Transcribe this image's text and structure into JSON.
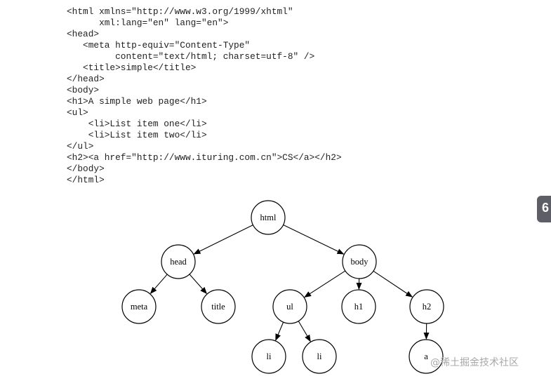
{
  "code_lines": [
    "<html xmlns=\"http://www.w3.org/1999/xhtml\"",
    "      xml:lang=\"en\" lang=\"en\">",
    "<head>",
    "   <meta http-equiv=\"Content-Type\"",
    "         content=\"text/html; charset=utf-8\" />",
    "   <title>simple</title>",
    "</head>",
    "<body>",
    "<h1>A simple web page</h1>",
    "<ul>",
    "    <li>List item one</li>",
    "    <li>List item two</li>",
    "</ul>",
    "<h2><a href=\"http://www.ituring.com.cn\">CS</a></h2>",
    "</body>",
    "</html>"
  ],
  "tree": {
    "nodes": [
      {
        "id": "html",
        "label": "html"
      },
      {
        "id": "head",
        "label": "head"
      },
      {
        "id": "body",
        "label": "body"
      },
      {
        "id": "meta",
        "label": "meta"
      },
      {
        "id": "title",
        "label": "title"
      },
      {
        "id": "ul",
        "label": "ul"
      },
      {
        "id": "h1",
        "label": "h1"
      },
      {
        "id": "h2",
        "label": "h2"
      },
      {
        "id": "li1",
        "label": "li"
      },
      {
        "id": "li2",
        "label": "li"
      },
      {
        "id": "a",
        "label": "a"
      }
    ],
    "edges": [
      [
        "html",
        "head"
      ],
      [
        "html",
        "body"
      ],
      [
        "head",
        "meta"
      ],
      [
        "head",
        "title"
      ],
      [
        "body",
        "ul"
      ],
      [
        "body",
        "h1"
      ],
      [
        "body",
        "h2"
      ],
      [
        "ul",
        "li1"
      ],
      [
        "ul",
        "li2"
      ],
      [
        "h2",
        "a"
      ]
    ]
  },
  "side_tab": {
    "text": "6"
  },
  "watermark": {
    "text": "@稀土掘金技术社区"
  }
}
